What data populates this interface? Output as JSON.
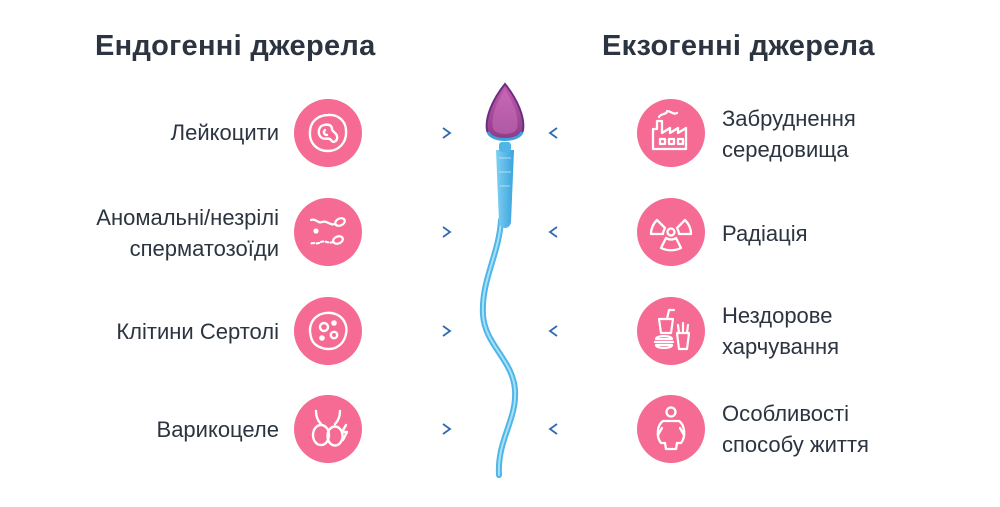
{
  "headings": {
    "endogenous": "Ендогенні джерела",
    "exogenous": "Екзогенні джерела"
  },
  "endogenous": [
    {
      "line1": "Лейкоцити",
      "line2": "",
      "icon": "leukocyte-icon"
    },
    {
      "line1": "Аномальні/незрілі",
      "line2": "сперматозоїди",
      "icon": "abnormal-sperm-icon"
    },
    {
      "line1": "Клітини Сертолі",
      "line2": "",
      "icon": "sertoli-cell-icon"
    },
    {
      "line1": "Варикоцеле",
      "line2": "",
      "icon": "varicocele-icon"
    }
  ],
  "exogenous": [
    {
      "line1": "Забруднення",
      "line2": "середовища",
      "icon": "factory-pollution-icon"
    },
    {
      "line1": "Радіація",
      "line2": "",
      "icon": "radiation-icon"
    },
    {
      "line1": "Нездорове",
      "line2": "харчування",
      "icon": "fast-food-icon"
    },
    {
      "line1": "Особливості",
      "line2": "способу життя",
      "icon": "person-lifestyle-icon"
    }
  ],
  "colors": {
    "icon_bg": "#f56b94",
    "arrow": "#2f6bb0",
    "text": "#2b3440",
    "sperm_head": "#b04a9e",
    "sperm_body": "#4fb6e8"
  }
}
